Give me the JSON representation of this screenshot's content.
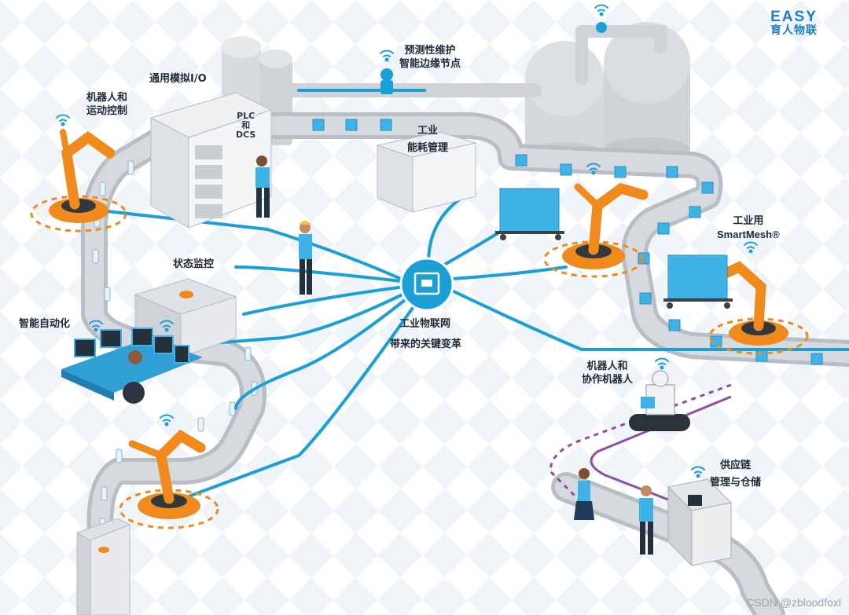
{
  "logo": {
    "en": "EASY",
    "cn": "育人物联"
  },
  "hub": {
    "title": "工业物联网",
    "subtitle": "带来的关键变革"
  },
  "rack": {
    "plc": "PLC",
    "and": "和",
    "dcs": "DCS"
  },
  "labels": {
    "analog_io": "通用模拟I/O",
    "predictive_line1": "预测性维护",
    "predictive_line2": "智能边缘节点",
    "robot_motion_line1": "机器人和",
    "robot_motion_line2": "运动控制",
    "energy_line1": "工业",
    "energy_line2": "能耗管理",
    "status": "状态监控",
    "smart_auto": "智能自动化",
    "smartmesh_line1": "工业用",
    "smartmesh_line2": "SmartMesh®",
    "cobot_line1": "机器人和",
    "cobot_line2": "协作机器人",
    "supply_line1": "供应链",
    "supply_line2": "管理与仓储"
  },
  "watermark": "CSDN @zbloodfoxl",
  "colors": {
    "network": "#1a9fd6",
    "robot": "#f08a1c",
    "conveyor": "#b9bec4",
    "box": "#3fb2e8",
    "tank": "#d7dade",
    "supply": "#8e4fa3"
  }
}
